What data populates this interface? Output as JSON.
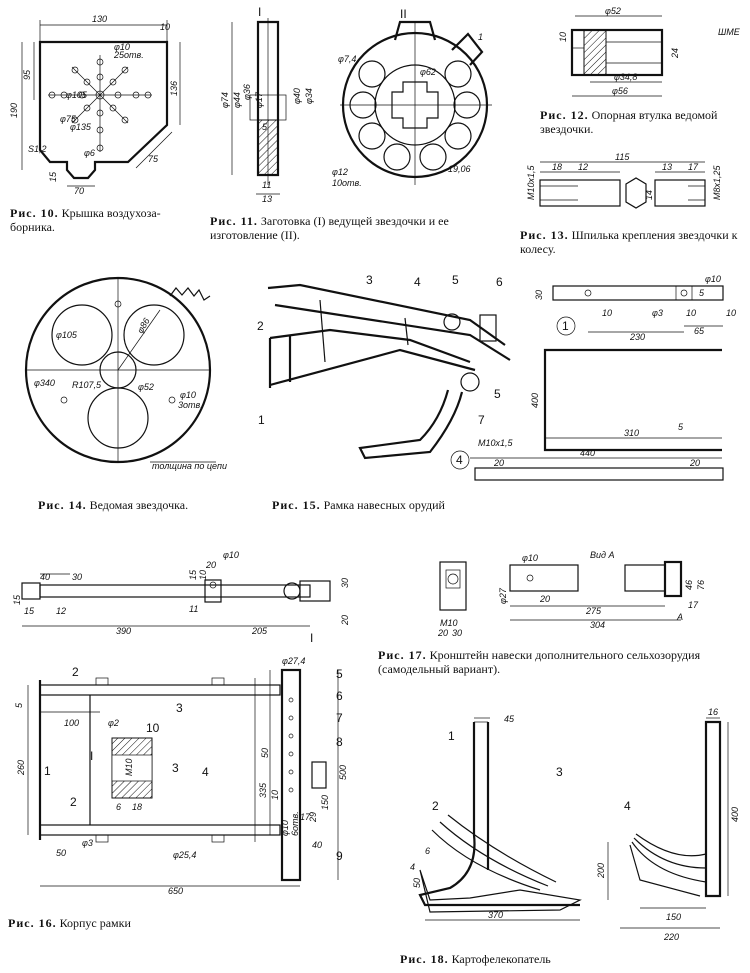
{
  "fig10": {
    "caption_num": "Рис. 10.",
    "caption_text": "Крышка воздухоза-борника.",
    "dims": {
      "top": "130",
      "right_top": "10",
      "height": "190",
      "left_mid": "95",
      "right": "136",
      "diag": "75",
      "bottom": "70",
      "bot_left": "15",
      "hole_small": "φ10",
      "holes_25": "25отв.",
      "d105": "φ105",
      "d75": "φ75",
      "d135": "φ135",
      "d6": "φ6",
      "r12": "S1,2"
    }
  },
  "fig11": {
    "caption_num": "Рис. 11.",
    "caption_text": "Заготовка (I) ведущей звездочки и ее изготовление (II).",
    "view1": "I",
    "view2": "II",
    "dims": {
      "d74": "φ74",
      "d44": "φ44",
      "d36": "φ36",
      "d17": "φ17",
      "d40": "φ40",
      "d34": "φ34",
      "w5": "5",
      "w11": "11",
      "w13": "13",
      "d7_4": "φ7,4",
      "d62": "φ62",
      "d12": "φ12",
      "holes10": "10отв.",
      "w19": "19,06",
      "one": "1"
    }
  },
  "fig12": {
    "caption_num": "Рис. 12.",
    "caption_text": "Опорная втулка ведомой звездочки.",
    "dims": {
      "d52": "φ52",
      "d34_8": "φ34,8",
      "d56": "φ56",
      "h10": "10",
      "h24": "24"
    },
    "corner_text": "ШМЕ"
  },
  "fig13": {
    "caption_num": "Рис. 13.",
    "caption_text": "Шпилька крепления звездочки к колесу.",
    "dims": {
      "total": "115",
      "a": "18",
      "b": "12",
      "c": "13",
      "d": "17",
      "thread_l": "M10x1,5",
      "thread_r": "M8x1,25",
      "hex": "14"
    }
  },
  "fig14": {
    "caption_num": "Рис. 14.",
    "caption_text": "Ведомая звездочка.",
    "dims": {
      "d340": "φ340",
      "d105": "φ105",
      "r107": "R107,5",
      "d86": "φ86",
      "d52": "φ52",
      "d10": "φ10",
      "holes3": "3отв."
    },
    "note": "толщина по цепи"
  },
  "fig15": {
    "caption_num": "Рис. 15.",
    "caption_text": "Рамка навесных орудий",
    "callouts": [
      "1",
      "2",
      "3",
      "4",
      "5",
      "6",
      "5",
      "7"
    ]
  },
  "fig_parts": {
    "part1": "1",
    "part4": "4",
    "dims": {
      "h30": "30",
      "d10": "φ10",
      "w10a": "10",
      "w10b": "10",
      "d3": "φ3",
      "w5": "5",
      "w230": "230",
      "w65": "65",
      "w10c": "10",
      "h400": "400",
      "w310": "310",
      "w440": "440",
      "w5b": "5",
      "thread": "M10x1,5",
      "w20a": "20",
      "w20b": "20"
    }
  },
  "fig16": {
    "caption_num": "Рис. 16.",
    "caption_text": "Корпус рамки",
    "top_dims": {
      "a40": "40",
      "a30": "30",
      "a15a": "15",
      "a15b": "15",
      "a12": "12",
      "a390": "390",
      "a205": "205",
      "a30b": "30",
      "a20": "20",
      "a11": "11",
      "a15c": "15",
      "a10": "10",
      "d10": "φ10",
      "a20b": "20",
      "roman": "I"
    },
    "plan_dims": {
      "d27_4": "φ27,4",
      "a5": "5",
      "a100": "100",
      "d2": "φ2",
      "a260": "260",
      "a50": "50",
      "d3": "φ3",
      "d25_4": "φ25,4",
      "a650": "650",
      "a335": "335",
      "a500": "500",
      "a150": "150",
      "a29": "29",
      "a17": "17",
      "a40": "40",
      "a50b": "50",
      "a10": "10",
      "d10": "φ10",
      "holes6": "6отв.",
      "m10": "M10",
      "a6": "6",
      "a18": "18",
      "roman": "I"
    },
    "callouts": [
      "1",
      "2",
      "2",
      "3",
      "3",
      "4",
      "5",
      "6",
      "7",
      "8",
      "9",
      "10"
    ]
  },
  "fig17": {
    "caption_num": "Рис. 17.",
    "caption_text": "Кронштейн навески дополнительного сельхозорудия (самодельный вариант).",
    "view_label": "Вид А",
    "dims": {
      "d27": "φ27",
      "d10": "φ10",
      "a20": "20",
      "a30": "30",
      "m10": "M10",
      "a275": "275",
      "a304": "304",
      "a17": "17",
      "a46": "46",
      "a76": "76",
      "arrow": "A"
    }
  },
  "fig18": {
    "caption_num": "Рис. 18.",
    "caption_text": "Картофелекопатель",
    "dims": {
      "a45": "45",
      "a16": "16",
      "a400": "400",
      "a200": "200",
      "a150": "150",
      "a220": "220",
      "a370": "370",
      "a50": "50",
      "a6": "6",
      "a4": "4"
    },
    "callouts": [
      "1",
      "2",
      "3",
      "4"
    ]
  }
}
